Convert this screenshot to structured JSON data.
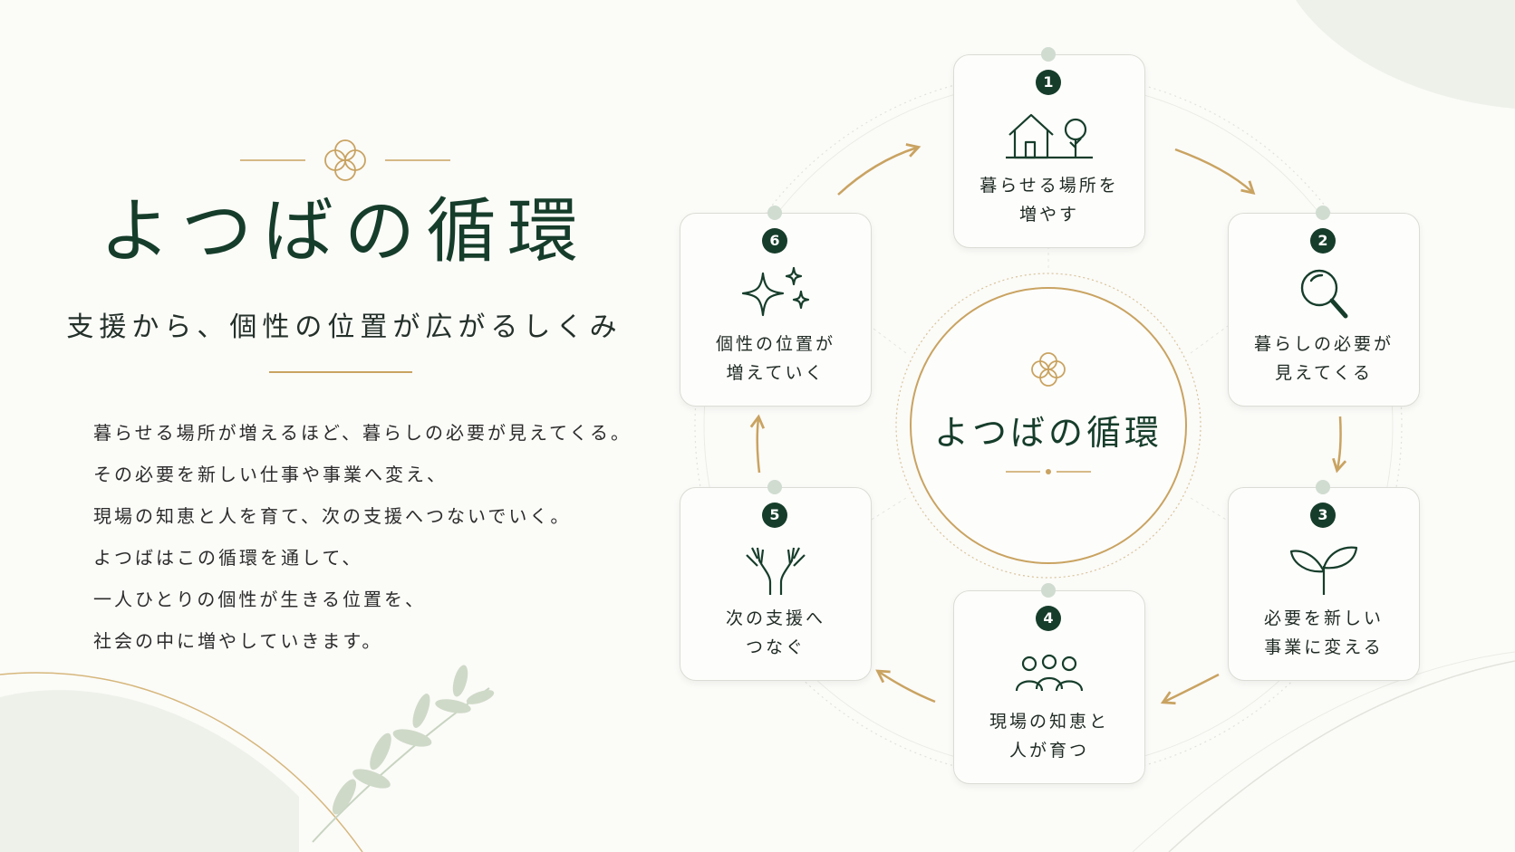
{
  "left": {
    "title": "よつばの循環",
    "subtitle": "支援から、個性の位置が広がるしくみ",
    "body_lines": [
      "暮らせる場所が増えるほど、暮らしの必要が見えてくる。",
      "その必要を新しい仕事や事業へ変え、",
      "現場の知恵と人を育て、次の支援へつないでいく。",
      "よつばはこの循環を通して、",
      "一人ひとりの個性が生きる位置を、",
      "社会の中に増やしていきます。"
    ]
  },
  "center": {
    "title": "よつばの循環"
  },
  "steps": [
    {
      "number": "1",
      "icon": "house-tree-icon",
      "line1": "暮らせる場所を",
      "line2": "増やす"
    },
    {
      "number": "2",
      "icon": "magnifier-icon",
      "line1": "暮らしの必要が",
      "line2": "見えてくる"
    },
    {
      "number": "3",
      "icon": "sprout-icon",
      "line1": "必要を新しい",
      "line2": "事業に変える"
    },
    {
      "number": "4",
      "icon": "people-icon",
      "line1": "現場の知恵と",
      "line2": "人が育つ"
    },
    {
      "number": "5",
      "icon": "open-hands-icon",
      "line1": "次の支援へ",
      "line2": "つなぐ"
    },
    {
      "number": "6",
      "icon": "sparkles-icon",
      "line1": "個性の位置が",
      "line2": "増えていく"
    }
  ],
  "colors": {
    "green": "#163d2b",
    "gold": "#c9a361",
    "background": "#fbfbf8",
    "card_border": "#dcdcd6"
  }
}
